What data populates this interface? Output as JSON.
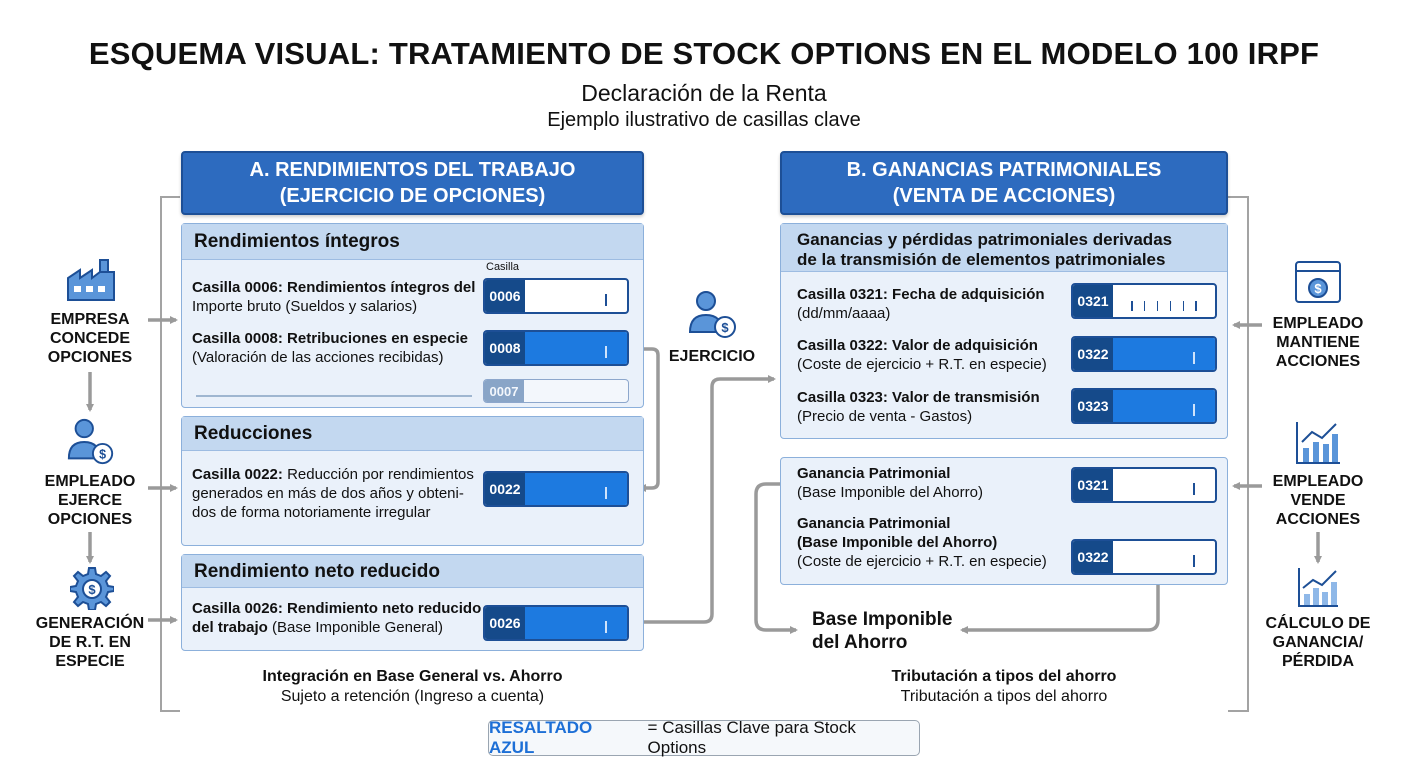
{
  "title": "ESQUEMA VISUAL: TRATAMIENTO DE STOCK OPTIONS EN EL MODELO 100 IRPF",
  "subtitle": "Declaración de la Renta",
  "subtitle2": "Ejemplo ilustrativo de casillas clave",
  "section_a": {
    "header_line1": "A. RENDIMIENTOS DEL TRABAJO",
    "header_line2": "(EJERCICIO DE OPCIONES)",
    "integros": {
      "heading": "Rendimientos íntegros",
      "casilla_caption": "Casilla",
      "row1_bold": "Casilla 0006: Rendimientos íntegros del",
      "row1_text": "Importe bruto (Sueldos y salarios)",
      "row1_code": "0006",
      "row2_bold": "Casilla 0008: Retribuciones en especie",
      "row2_text": "(Valoración de las acciones recibidas)",
      "row2_code": "0008",
      "row3_code": "0007"
    },
    "reducciones": {
      "heading": "Reducciones",
      "row_bold": "Casilla 0022:",
      "row_text1": " Reducción por rendimientos",
      "row_text2": "generados en más de dos años y obteni-",
      "row_text3": "dos de forma notoriamente irregular",
      "row_code": "0022"
    },
    "neto": {
      "heading": "Rendimiento neto reducido",
      "row_bold1": "Casilla 0026: Rendimiento neto reducido",
      "row_bold2": "del trabajo",
      "row_text2": " (Base Imponible General)",
      "row_code": "0026"
    },
    "caption_bold": "Integración en Base General vs. Ahorro",
    "caption": "Sujeto a retención (Ingreso a cuenta)"
  },
  "section_b": {
    "header_line1": "B. GANANCIAS PATRIMONIALES",
    "header_line2": "(VENTA DE ACCIONES)",
    "transmision": {
      "heading_line1": "Ganancias y pérdidas patrimoniales derivadas",
      "heading_line2": "de la transmisión de elementos patrimoniales",
      "row1_bold": "Casilla 0321: Fecha de adquisición",
      "row1_text": "(dd/mm/aaaa)",
      "row1_code": "0321",
      "row2_bold": "Casilla 0322: Valor de adquisición",
      "row2_text": "(Coste de ejercicio + R.T. en especie)",
      "row2_code": "0322",
      "row3_bold": "Casilla 0323: Valor de transmisión",
      "row3_text": "(Precio de venta - Gastos)",
      "row3_code": "0323"
    },
    "ganancia": {
      "row1_bold": "Ganancia Patrimonial",
      "row1_text": "(Base Imponible del Ahorro)",
      "row1_code": "0321",
      "row2_bold1": "Ganancia Patrimonial",
      "row2_bold2": "(Base Imponible del Ahorro)",
      "row2_text": "(Coste de ejercicio + R.T. en especie)",
      "row2_code": "0322"
    },
    "base_ahorro_line1": "Base Imponible",
    "base_ahorro_line2": "del Ahorro",
    "caption_bold": "Tributación a tipos del ahorro",
    "caption": "Tributación a tipos del ahorro"
  },
  "middle": {
    "ejercicio_label": "EJERCICIO"
  },
  "left_flow": {
    "step1": [
      "EMPRESA",
      "CONCEDE",
      "OPCIONES"
    ],
    "step2": [
      "EMPLEADO",
      "EJERCE",
      "OPCIONES"
    ],
    "step3": [
      "GENERACIÓN",
      "DE R.T. EN",
      "ESPECIE"
    ]
  },
  "right_flow": {
    "step1": [
      "EMPLEADO",
      "MANTIENE",
      "ACCIONES"
    ],
    "step2": [
      "EMPLEADO",
      "VENDE",
      "ACCIONES"
    ],
    "step3": [
      "CÁLCULO DE",
      "GANANCIA/",
      "PÉRDIDA"
    ]
  },
  "legend": {
    "highlight": "RESALTADO AZUL",
    "text": "= Casillas Clave para Stock Options"
  },
  "colors": {
    "primary": "#2d6bbf",
    "dark": "#154a8a",
    "accent": "#1d7ae0",
    "panel": "#eaf1fa",
    "connector": "#9a9a9a"
  },
  "icons": [
    "factory-icon",
    "employee-money-icon",
    "gear-money-icon",
    "browser-money-icon",
    "chart-up-icon",
    "bar-chart-icon"
  ]
}
